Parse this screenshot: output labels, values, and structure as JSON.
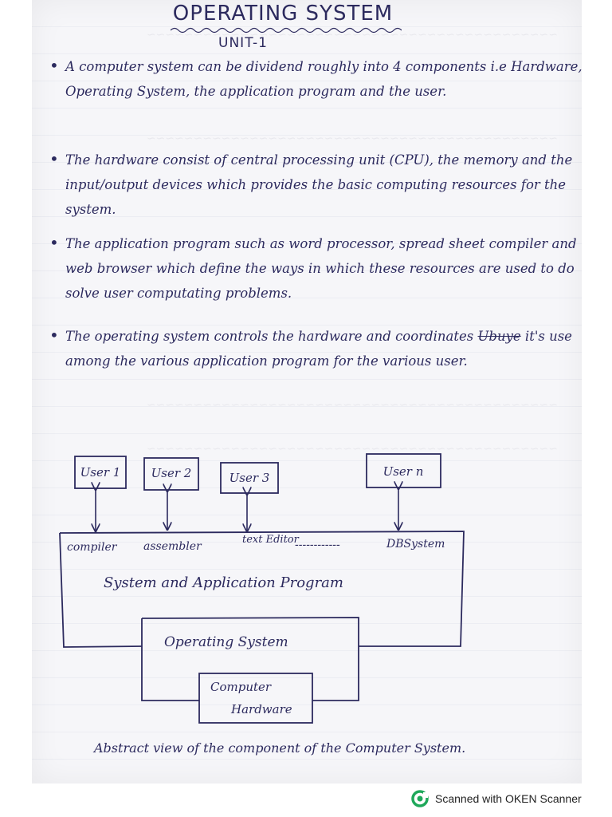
{
  "header": {
    "title": "OPERATING SYSTEM",
    "unit": "UNIT-1"
  },
  "bullets": [
    {
      "text": "A computer system can be dividend roughly into 4 components i.e Hardware, Operating System, the application program and the user."
    },
    {
      "text": "The hardware consist of central processing unit (CPU), the memory and the input/output devices which provides the basic computing resources for the system."
    },
    {
      "text": "The application program such as word processor, spread sheet compiler and web browser which define the ways in which these resources are used to do solve user computating problems."
    },
    {
      "struck": "Ubuye",
      "text": "it's use among the various application program for the various user.",
      "lead": "The operating system controls the hardware and coordinates"
    }
  ],
  "diagram": {
    "users": [
      "User 1",
      "User 2",
      "User 3",
      "User n"
    ],
    "programs": [
      "compiler",
      "assembler",
      "text Editor",
      "DBSystem"
    ],
    "program_dashes": "------------",
    "layer_label": "System and Application Program",
    "os_label": "Operating System",
    "hardware_label_1": "Computer",
    "hardware_label_2": "Hardware"
  },
  "caption": "Abstract view of the component of the Computer System.",
  "footer": {
    "scanner_label": "Scanned with OKEN Scanner",
    "icon": "oken-scanner-logo-icon",
    "accent": "#1fa85a"
  }
}
